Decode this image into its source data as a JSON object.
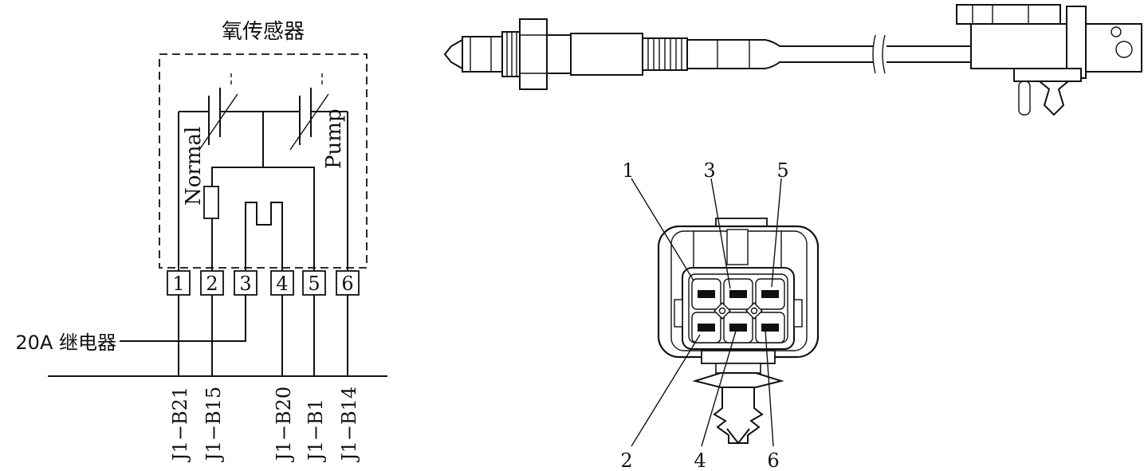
{
  "schematic": {
    "title": "氧传感器",
    "normal_label": "Normal",
    "pump_label": "Pump",
    "relay_label": "20A 继电器",
    "pins": [
      "1",
      "2",
      "3",
      "4",
      "5",
      "6"
    ],
    "ecu_terminals": [
      "J1−B21",
      "J1−B15",
      "J1−B20",
      "J1−B1",
      "J1−B14"
    ]
  },
  "connector": {
    "callouts_top": [
      "1",
      "3",
      "5"
    ],
    "callouts_bottom": [
      "2",
      "4",
      "6"
    ]
  }
}
